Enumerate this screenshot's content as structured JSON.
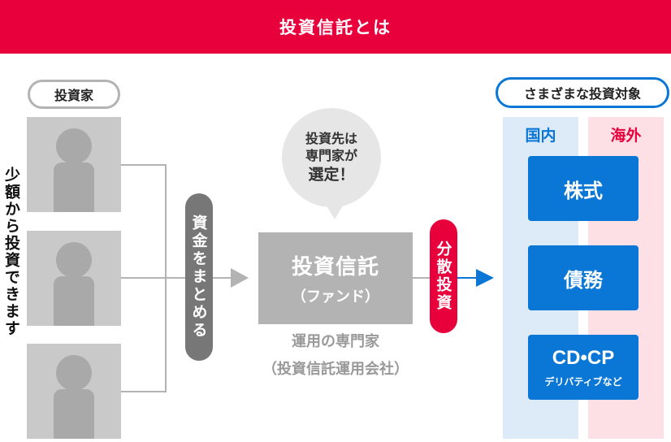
{
  "header": {
    "title": "投資信託とは"
  },
  "investors": {
    "label": "投資家",
    "side_text": "少額から投資できます"
  },
  "flow": {
    "pool_label": "資金をまとめる",
    "distribute_label": "分散投資"
  },
  "manager": {
    "bubble_line1": "投資先は",
    "bubble_line2": "専門家が",
    "bubble_line3": "選定！",
    "fund_title": "投資信託",
    "fund_subtitle": "（ファンド）",
    "caption_line1": "運用の専門家",
    "caption_line2": "（投資信託運用会社）"
  },
  "targets": {
    "label": "さまざまな投資対象",
    "domestic_label": "国内",
    "overseas_label": "海外",
    "assets": [
      {
        "title": "株式",
        "sub": ""
      },
      {
        "title": "債務",
        "sub": ""
      },
      {
        "title": "CD•CP",
        "sub": "デリバティブなど"
      }
    ]
  },
  "colors": {
    "banner": "#e8003c",
    "accent_blue": "#0a77d6",
    "domestic_bg": "#ddeaf7",
    "overseas_bg": "#fde0e6",
    "gray": "#b3b3b3"
  }
}
